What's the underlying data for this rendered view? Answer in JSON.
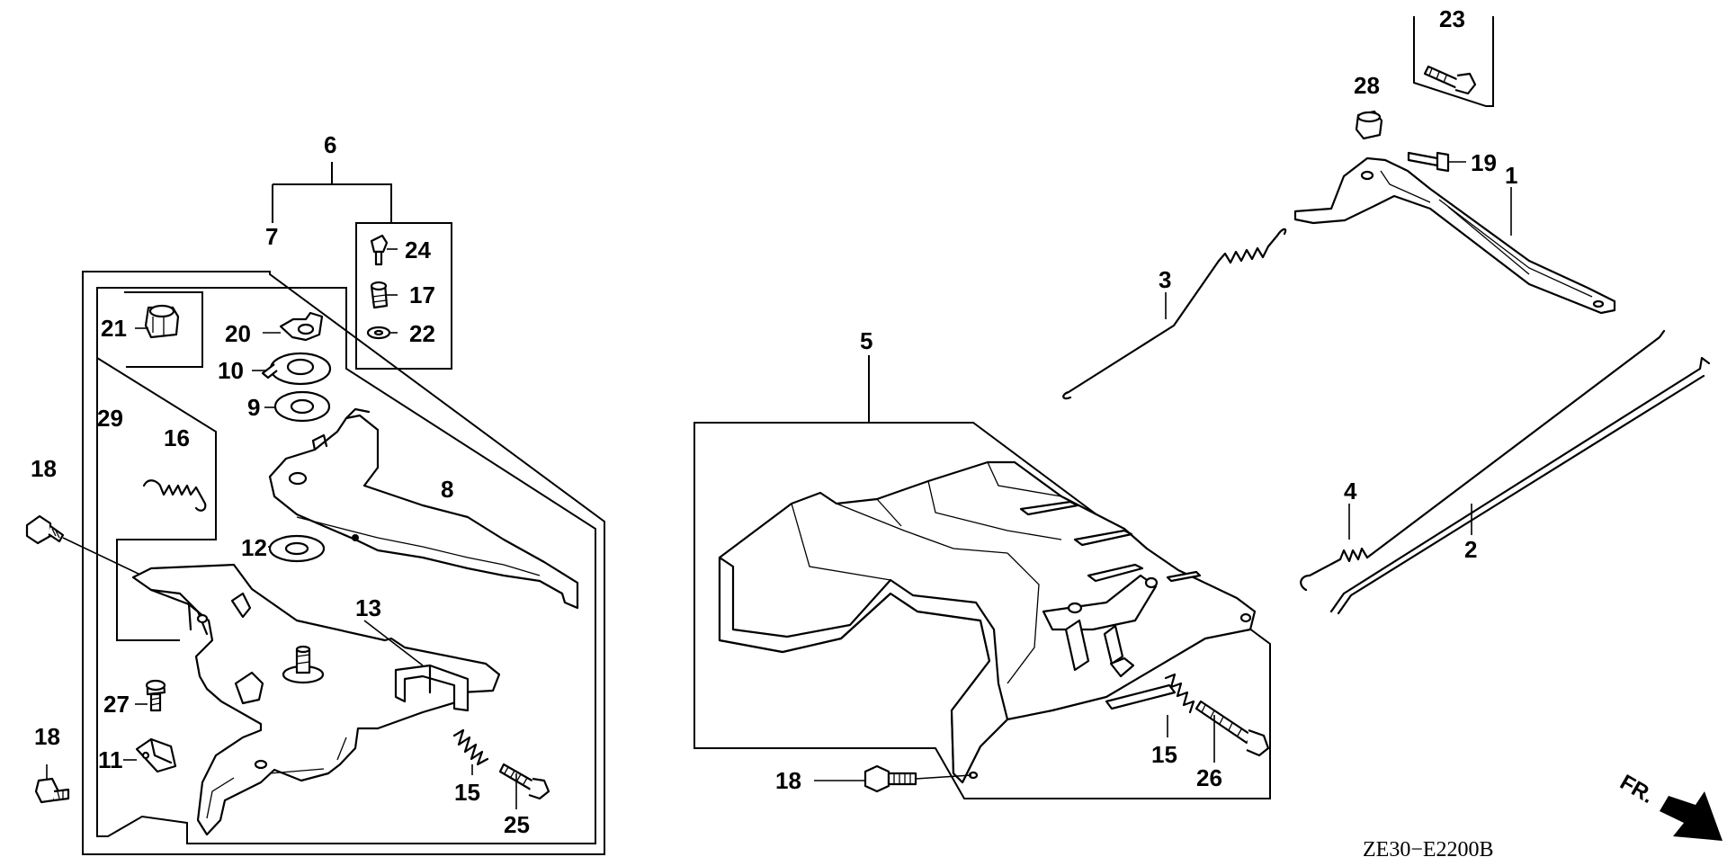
{
  "diagram": {
    "code": "ZE30−E2200B",
    "direction_label": "FR.",
    "callouts": {
      "c1": "1",
      "c2": "2",
      "c3": "3",
      "c4": "4",
      "c5": "5",
      "c6": "6",
      "c7": "7",
      "c8": "8",
      "c9": "9",
      "c10": "10",
      "c11": "11",
      "c12": "12",
      "c13": "13",
      "c15a": "15",
      "c15b": "15",
      "c16": "16",
      "c17": "17",
      "c18a": "18",
      "c18b": "18",
      "c18c": "18",
      "c19": "19",
      "c20": "20",
      "c21": "21",
      "c22": "22",
      "c23": "23",
      "c24": "24",
      "c25": "25",
      "c26": "26",
      "c27": "27",
      "c28": "28",
      "c29": "29"
    }
  }
}
